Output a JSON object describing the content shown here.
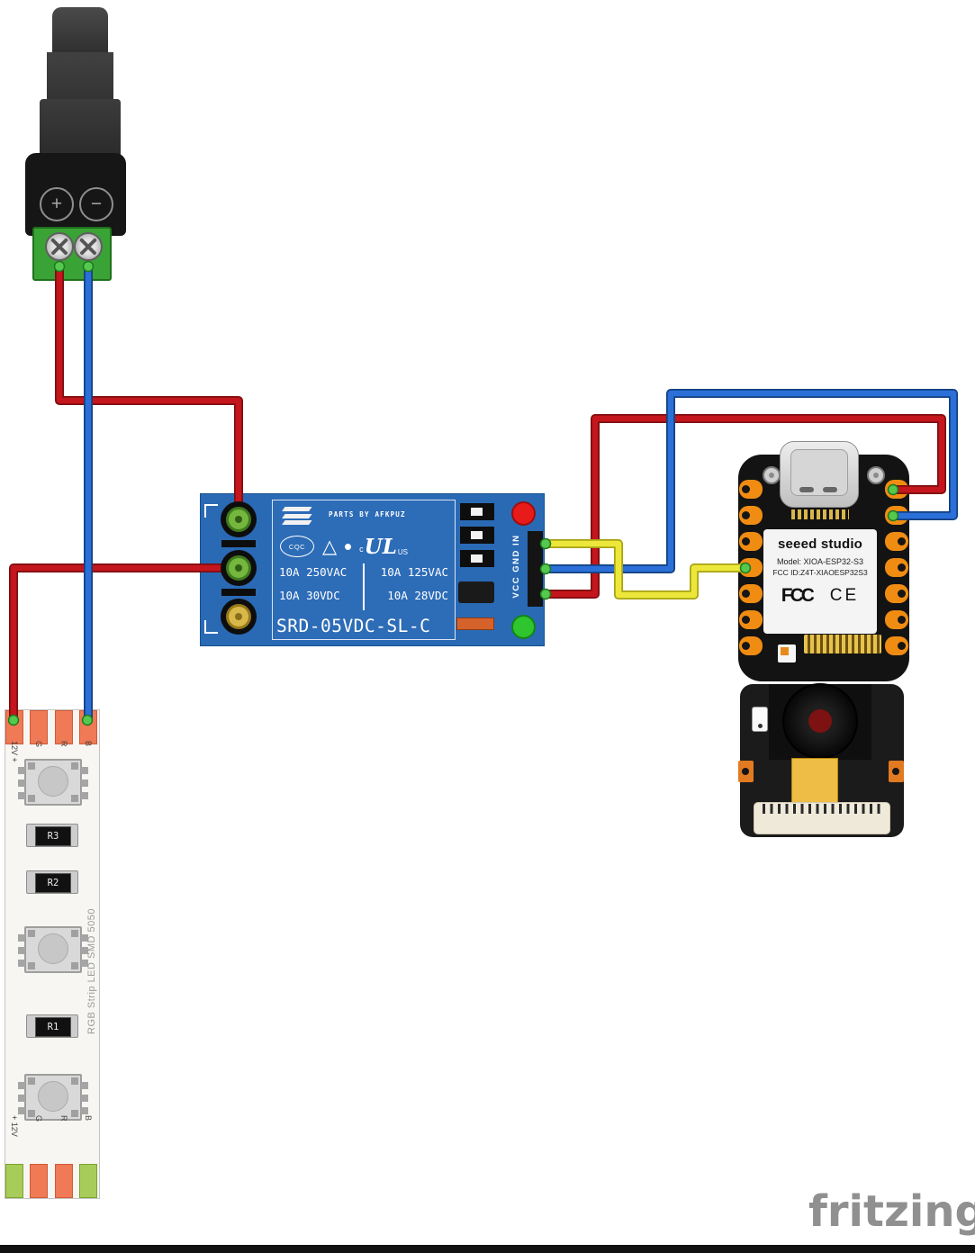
{
  "colors": {
    "wire_red": "#c4161c",
    "wire_blue": "#2b6fd8",
    "wire_yellow": "#ece73a",
    "relay_pcb_blue": "#2a6ab5",
    "xiao_pad_orange": "#f08c12",
    "terminal_green": "#3aa335"
  },
  "power_jack": {
    "plus": "+",
    "minus": "−"
  },
  "relay": {
    "brand_note": "PARTS BY AFKPUZ",
    "cqc": "CQC",
    "ul_c": "c",
    "ul": "UL",
    "ul_us": "US",
    "rating_row1": [
      "10A 250VAC",
      "10A 125VAC"
    ],
    "rating_row2": [
      "10A  30VDC",
      "10A  28VDC"
    ],
    "model": "SRD-05VDC-SL-C",
    "pin_labels": "VCC GND IN"
  },
  "xiao": {
    "brand": "seeed studio",
    "model": "Model: XIOA-ESP32-S3",
    "fcc_id": "FCC ID:Z4T-XIAOESP32S3",
    "fcc_mark": "FCC",
    "ce_mark": "CE"
  },
  "led_strip": {
    "name": "RGB Strip LED SMD 5050",
    "pins_top": [
      "12V +",
      "G",
      "R",
      "B"
    ],
    "pins_bottom": [
      "+ 12V",
      "G",
      "R",
      "B"
    ],
    "resistors": [
      "R3",
      "R2",
      "R1"
    ]
  },
  "footer": {
    "logo": "fritzing"
  }
}
